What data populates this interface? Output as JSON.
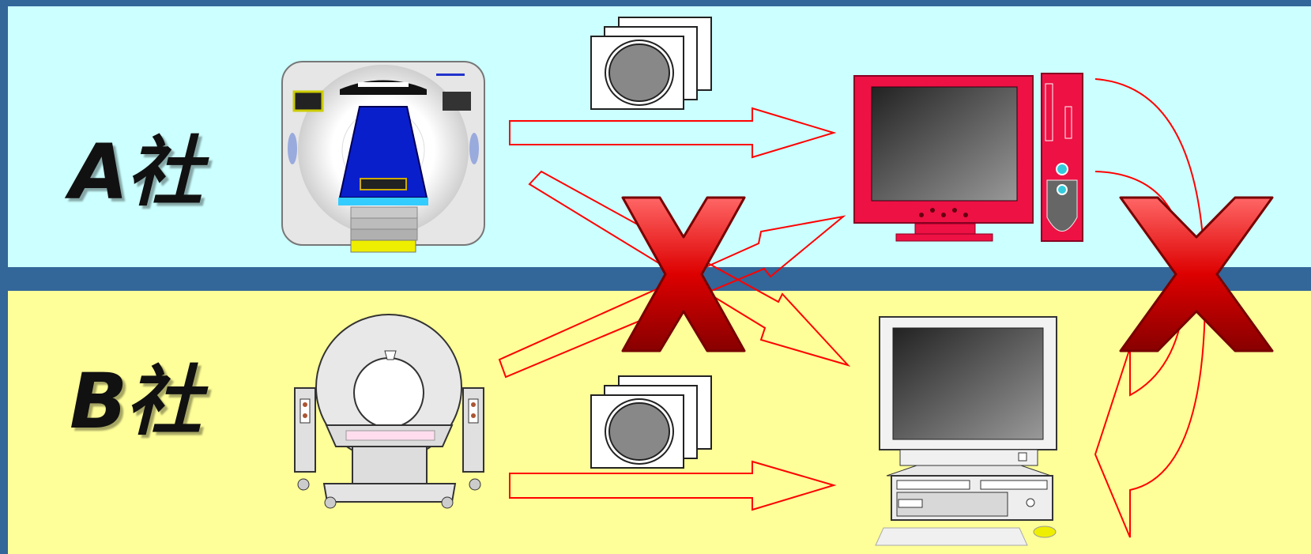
{
  "colors": {
    "frame": "#336699",
    "band_a": "#ccffff",
    "band_b": "#ffff99",
    "arrow": "#ff0000",
    "cross": "#cc0000",
    "monitor_a": "#ee1144"
  },
  "rows": [
    {
      "id": "a",
      "label": "A社"
    },
    {
      "id": "b",
      "label": "B社"
    }
  ],
  "icons": [
    "ct-scanner-icon",
    "mri-scanner-icon",
    "image-stack-icon",
    "monitor-workstation-icon",
    "pc-workstation-icon",
    "red-cross-icon"
  ]
}
